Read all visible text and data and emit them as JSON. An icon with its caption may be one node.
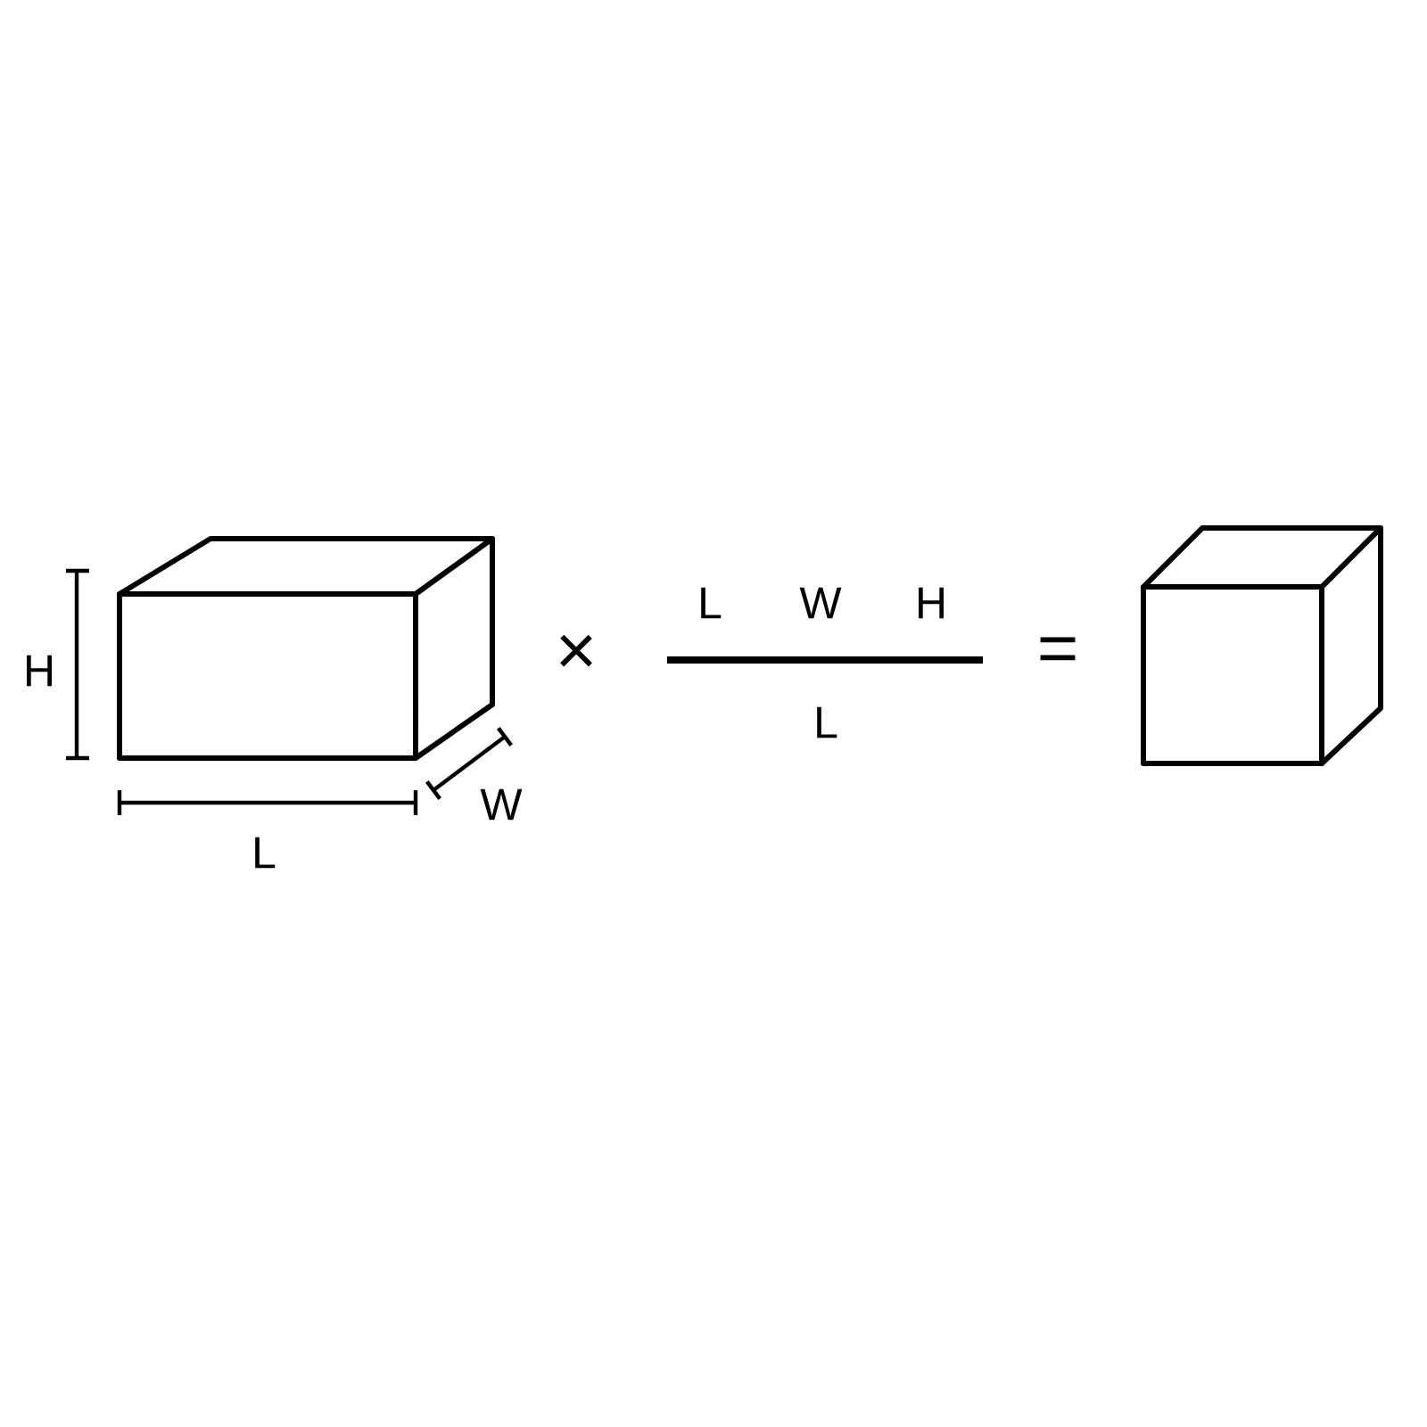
{
  "diagram": {
    "labels": [
      "H",
      "L",
      "W",
      "×",
      "L",
      "W",
      "H",
      "L",
      "="
    ]
  }
}
